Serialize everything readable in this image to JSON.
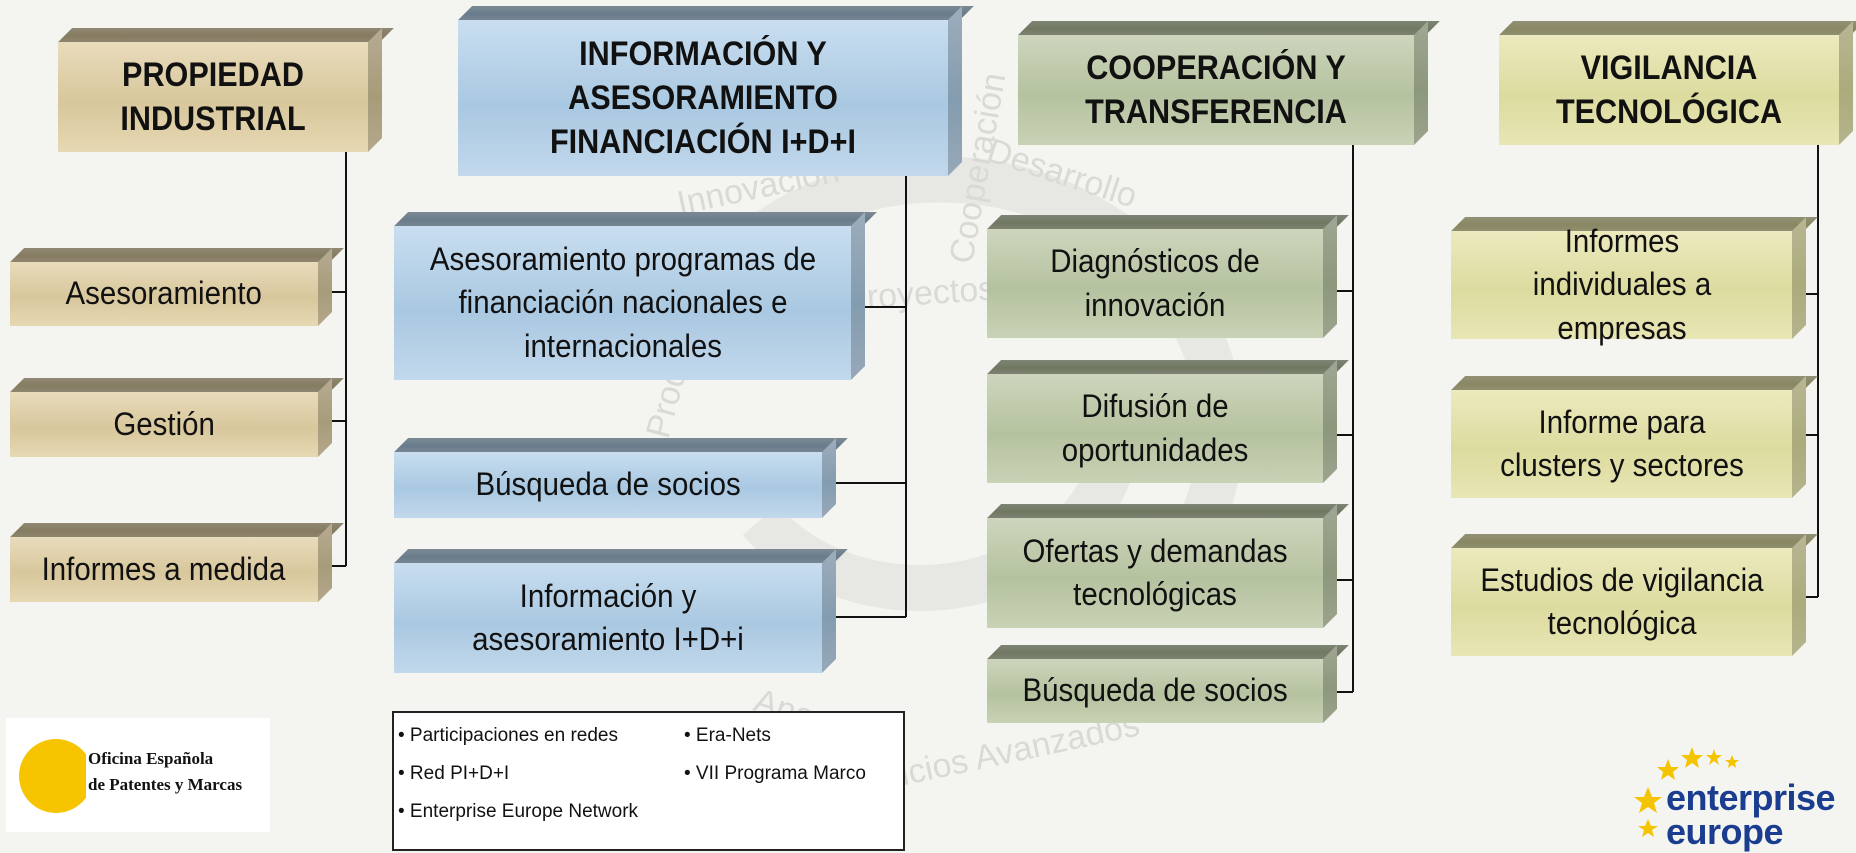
{
  "columns": {
    "propiedad": {
      "title": "PROPIEDAD INDUSTRIAL",
      "items": [
        "Asesoramiento",
        "Gestión",
        "Informes a medida"
      ]
    },
    "informacion": {
      "title": "INFORMACIÓN Y ASESORAMIENTO FINANCIACIÓN I+D+I",
      "items": [
        "Asesoramiento programas de financiación nacionales e internacionales",
        "Búsqueda de socios",
        "Información y asesoramiento I+D+i"
      ]
    },
    "cooperacion": {
      "title": "COOPERACIÓN Y TRANSFERENCIA",
      "items": [
        "Diagnósticos de innovación",
        "Difusión de oportunidades",
        "Ofertas y demandas tecnológicas",
        "Búsqueda de socios"
      ]
    },
    "vigilancia": {
      "title": "VIGILANCIA TECNOLÓGICA",
      "items": [
        "Informes individuales a empresas",
        "Informe para clusters y sectores",
        "Estudios de vigilancia tecnológica"
      ]
    }
  },
  "networks_list": [
    "• Participaciones en redes",
    "• Era-Nets",
    "• Red PI+D+I",
    "• VII Programa Marco",
    "• Enterprise Europe Network"
  ],
  "background_words": [
    "Innovación",
    "Desarrollo",
    "Proyectos",
    "Productos",
    "Servicios Avanzados",
    "Apoyo",
    "Cooperación"
  ],
  "logos": {
    "oepm_line1": "Oficina Española",
    "oepm_line2": "de Patentes y Marcas",
    "een_line1": "enterprise",
    "een_line2": "europe"
  },
  "colors": {
    "propiedad": "#dccca4",
    "informacion": "#b0cde4",
    "cooperacion": "#bcc8a8",
    "vigilancia": "#e0dfa8",
    "oepm_yellow": "#f7c400",
    "oepm_blue": "#1f3f8f",
    "een_blue": "#1a3d8f",
    "een_star": "#f5c400"
  }
}
